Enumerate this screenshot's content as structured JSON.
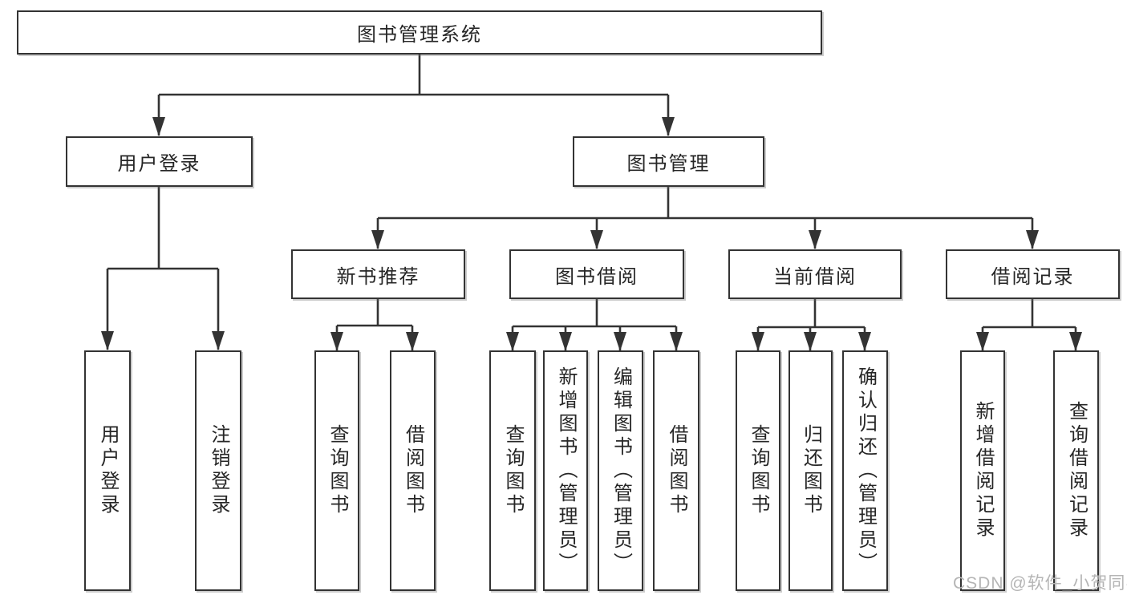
{
  "diagram": {
    "root": {
      "label": "图书管理系统"
    },
    "user_login": {
      "label": "用户登录",
      "children": [
        {
          "label": "用户登录"
        },
        {
          "label": "注销登录"
        }
      ]
    },
    "book_management": {
      "label": "图书管理",
      "groups": [
        {
          "label": "新书推荐",
          "children": [
            {
              "label": "查询图书"
            },
            {
              "label": "借阅图书"
            }
          ]
        },
        {
          "label": "图书借阅",
          "children": [
            {
              "label": "查询图书"
            },
            {
              "label": "新增图书（管理员）"
            },
            {
              "label": "编辑图书（管理员）"
            },
            {
              "label": "借阅图书"
            }
          ]
        },
        {
          "label": "当前借阅",
          "children": [
            {
              "label": "查询图书"
            },
            {
              "label": "归还图书"
            },
            {
              "label": "确认归还（管理员）"
            }
          ]
        },
        {
          "label": "借阅记录",
          "children": [
            {
              "label": "新增借阅记录"
            },
            {
              "label": "查询借阅记录"
            }
          ]
        }
      ]
    }
  },
  "watermark": {
    "label": "CSDN @软件_小贺同学"
  },
  "colors": {
    "line": "#333333",
    "box_border": "#333333",
    "text": "#262626",
    "watermark": "#b5b5b5",
    "background": "#ffffff"
  }
}
